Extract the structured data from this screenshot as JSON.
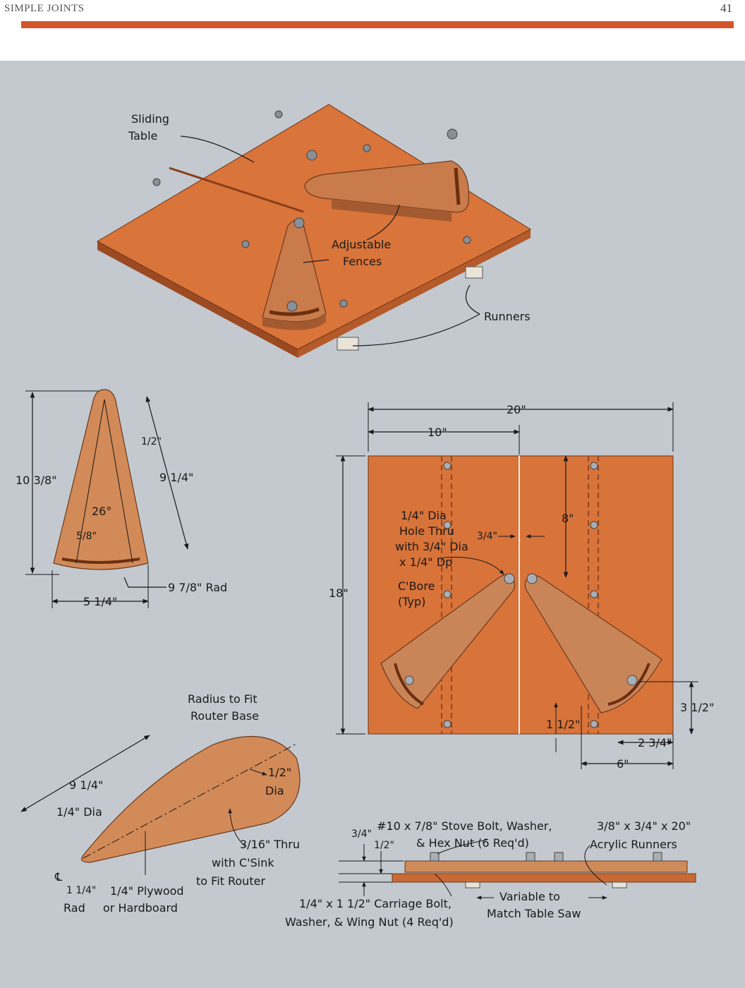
{
  "header": {
    "section": "SIMPLE JOINTS",
    "page_number": "41"
  },
  "colors": {
    "accent_rule": "#d2562a",
    "panel": "#c3c9cf",
    "wood": "#d7743c",
    "fence": "#c8764a",
    "line": "#1a1a1a"
  },
  "iso_view": {
    "sliding_table_1": "Sliding",
    "sliding_table_2": "Table",
    "fences_1": "Adjustable",
    "fences_2": "Fences",
    "runners": "Runners"
  },
  "fence_view": {
    "height": "10 3/8\"",
    "offset": "1/2\"",
    "side": "9 1/4\"",
    "angle": "26°",
    "inset": "5/8\"",
    "width": "5 1/4\"",
    "radius": "9 7/8\" Rad"
  },
  "plan_view": {
    "width": "20\"",
    "half": "10\"",
    "depth": "18\"",
    "gap": "3/4\"",
    "slot": "8\"",
    "note_1": "1/4\" Dia",
    "note_2": "Hole Thru",
    "note_3": "with 3/4\" Dia",
    "note_4": "x 1/4\" Dp",
    "note_5": "C'Bore",
    "note_6": "(Typ)",
    "dim_a": "1 1/2\"",
    "dim_b": "3 1/2\"",
    "dim_c": "2 3/4\"",
    "dim_d": "6\""
  },
  "template_view": {
    "radius_1": "Radius to Fit",
    "radius_2": "Router Base",
    "length": "9 1/4\"",
    "hole_small": "1/4\" Dia",
    "hole_big_1": "1/2\"",
    "hole_big_2": "Dia",
    "thru_1": "3/16\" Thru",
    "thru_2": "with C'Sink",
    "thru_3": "to Fit Router",
    "cl": "℄",
    "rad_1": "1 1/4\"",
    "rad_2": "Rad",
    "material_1": "1/4\" Plywood",
    "material_2": "or Hardboard"
  },
  "section_view": {
    "stove_1": "#10 x 7/8\" Stove Bolt, Washer,",
    "stove_2": "& Hex Nut (6 Req'd)",
    "acrylic_1": "3/8\" x 3/4\" x 20\"",
    "acrylic_2": "Acrylic Runners",
    "t1": "3/4\"",
    "t2": "1/2\"",
    "carriage_1": "1/4\" x 1 1/2\" Carriage Bolt,",
    "carriage_2": "Washer, & Wing Nut (4 Req'd)",
    "variable_1": "Variable to",
    "variable_2": "Match Table Saw"
  }
}
